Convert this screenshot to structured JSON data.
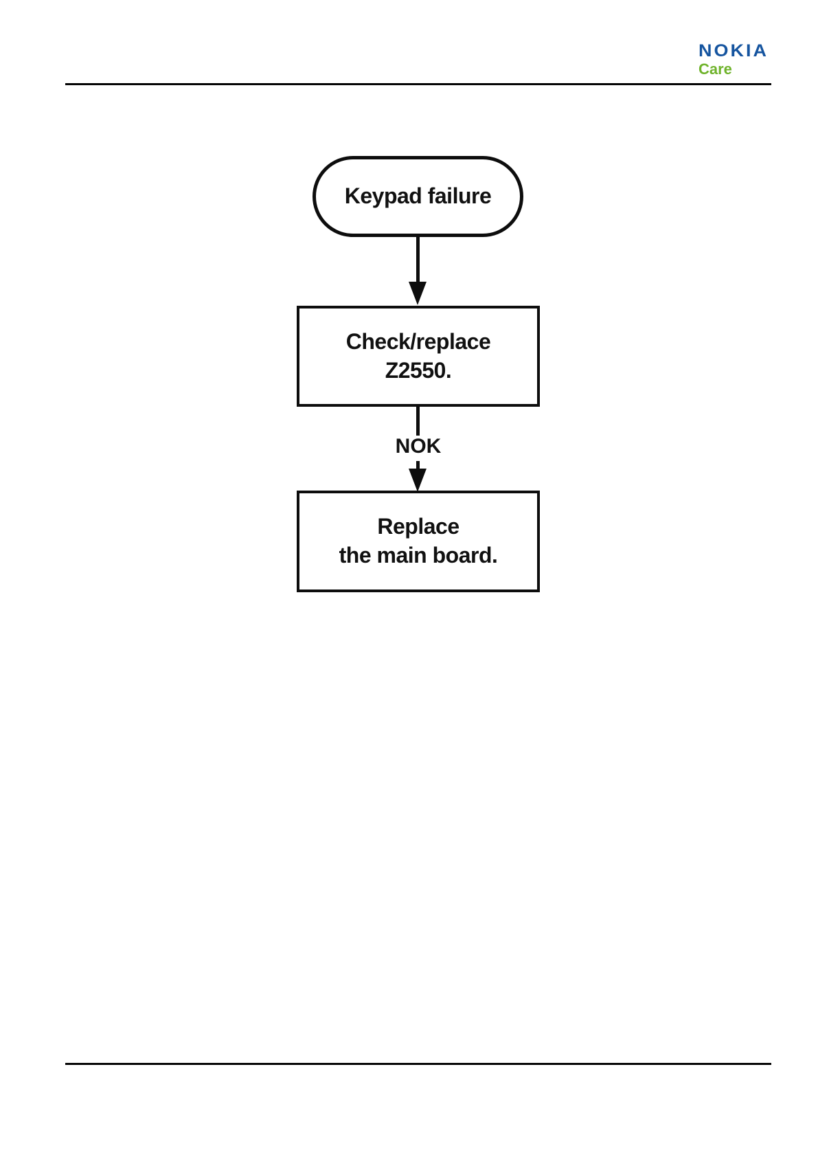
{
  "header": {
    "logo": {
      "brand": "NOKIA",
      "sub_brand": "Care",
      "brand_color": "#15549f",
      "sub_brand_color": "#6fb32b"
    }
  },
  "flowchart": {
    "line_color": "#0d0d0d",
    "nodes": [
      {
        "id": "start",
        "shape": "terminator",
        "label": "Keypad failure"
      },
      {
        "id": "step-1",
        "shape": "process",
        "lines": [
          "Check/replace",
          "Z2550."
        ]
      },
      {
        "id": "step-2",
        "shape": "process",
        "lines": [
          "Replace",
          "the main board."
        ]
      }
    ],
    "edges": [
      {
        "from": "start",
        "to": "step-1",
        "label": ""
      },
      {
        "from": "step-1",
        "to": "step-2",
        "label": "NOK"
      }
    ]
  }
}
